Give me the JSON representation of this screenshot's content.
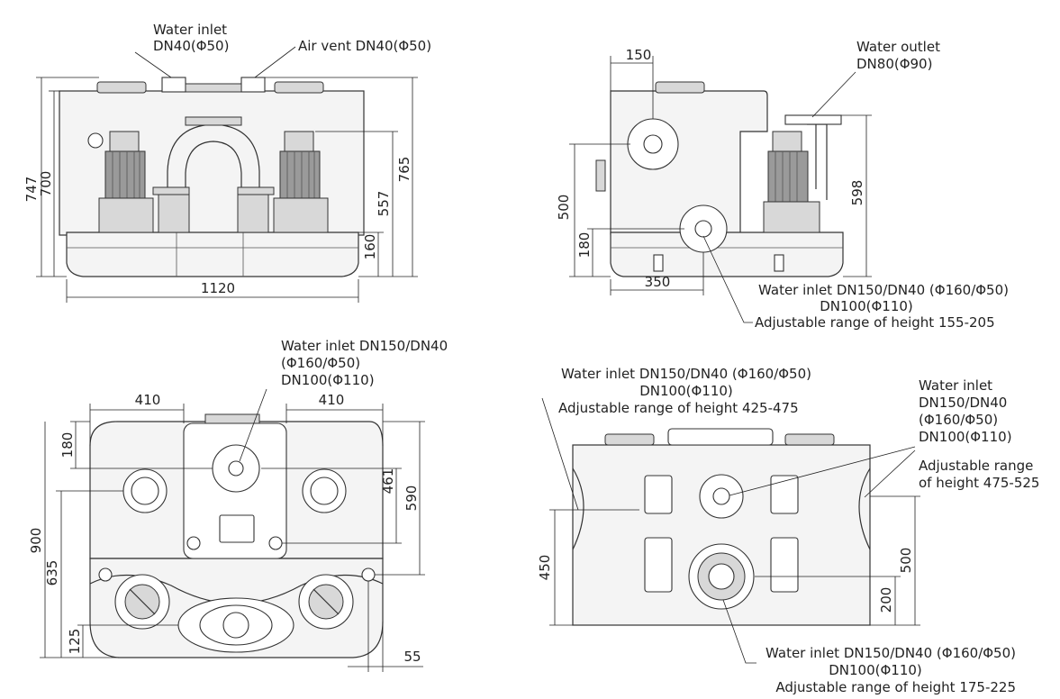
{
  "view_front": {
    "water_inlet": "Water inlet",
    "water_inlet_dn": "DN40(Φ50)",
    "air_vent": "Air vent DN40(Φ50)",
    "dim_747": "747",
    "dim_700": "700",
    "dim_557": "557",
    "dim_765": "765",
    "dim_160": "160",
    "dim_1120": "1120"
  },
  "view_side": {
    "dim_150": "150",
    "water_outlet": "Water outlet",
    "water_outlet_dn": "DN80(Φ90)",
    "dim_500": "500",
    "dim_180": "180",
    "dim_598": "598",
    "dim_350": "350",
    "inlet_line1": "Water inlet DN150/DN40 (Φ160/Φ50)",
    "inlet_line2": "DN100(Φ110)",
    "inlet_line3": "Adjustable range of height 155-205"
  },
  "view_top": {
    "inlet_line1": "Water inlet DN150/DN40",
    "inlet_line2": "(Φ160/Φ50)",
    "inlet_line3": "DN100(Φ110)",
    "dim_410_left": "410",
    "dim_410_right": "410",
    "dim_180": "180",
    "dim_900": "900",
    "dim_635": "635",
    "dim_461": "461",
    "dim_590": "590",
    "dim_125": "125",
    "dim_55": "55"
  },
  "view_back": {
    "left_inlet_line1": "Water inlet DN150/DN40 (Φ160/Φ50)",
    "left_inlet_line2": "DN100(Φ110)",
    "left_inlet_line3": "Adjustable range of height 425-475",
    "right_inlet_line1": "Water inlet",
    "right_inlet_line2": "DN150/DN40",
    "right_inlet_line3": "(Φ160/Φ50)",
    "right_inlet_line4": "DN100(Φ110)",
    "right_range_line1": "Adjustable range",
    "right_range_line2": "of height 475-525",
    "dim_450": "450",
    "dim_500": "500",
    "dim_200": "200",
    "bottom_inlet_line1": "Water inlet DN150/DN40 (Φ160/Φ50)",
    "bottom_inlet_line2": "DN100(Φ110)",
    "bottom_inlet_line3": "Adjustable range of height 175-225"
  }
}
